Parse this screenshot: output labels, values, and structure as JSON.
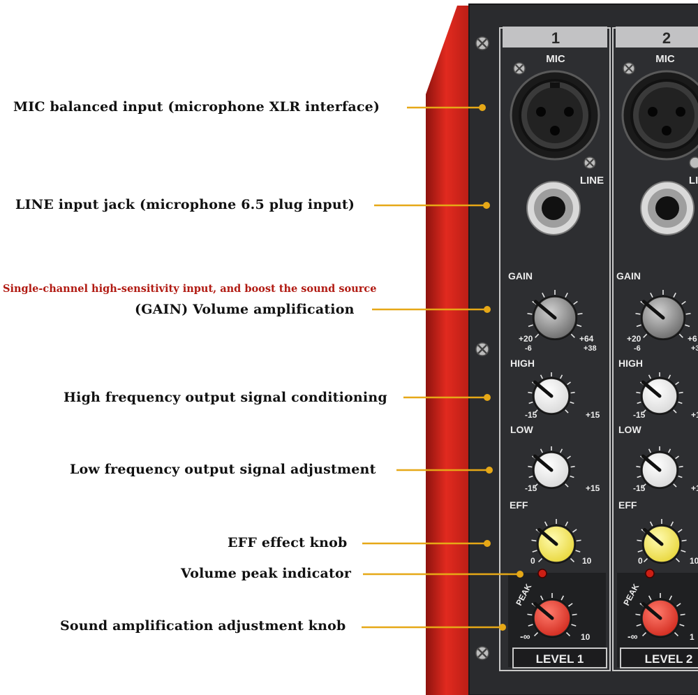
{
  "callouts": [
    {
      "id": "mic-input",
      "text": "MIC balanced input (microphone XLR interface)"
    },
    {
      "id": "line-input",
      "text": "LINE input jack (microphone 6.5 plug input)"
    },
    {
      "id": "gain",
      "text": "(GAIN) Volume amplification",
      "note": "Single-channel high-sensitivity input, and boost the sound source"
    },
    {
      "id": "high-eq",
      "text": "High frequency output signal conditioning"
    },
    {
      "id": "low-eq",
      "text": "Low frequency output signal adjustment"
    },
    {
      "id": "eff",
      "text": "EFF effect knob"
    },
    {
      "id": "peak",
      "text": "Volume peak indicator"
    },
    {
      "id": "level",
      "text": "Sound amplification adjustment knob"
    }
  ],
  "channels": [
    {
      "number": "1",
      "mic_label": "MIC",
      "line_label": "LINE",
      "gain_label": "GAIN",
      "gain_scale": {
        "min": "+20",
        "max": "+64",
        "sub_min": "-6",
        "sub_max": "+38"
      },
      "high_label": "HIGH",
      "high_scale": {
        "min": "-15",
        "max": "+15"
      },
      "low_label": "LOW",
      "low_scale": {
        "min": "-15",
        "max": "+15"
      },
      "eff_label": "EFF",
      "eff_scale": {
        "min": "0",
        "max": "10"
      },
      "peak_label": "PEAK",
      "level_scale": {
        "min": "-∞",
        "max": "10"
      },
      "level_label": "LEVEL 1"
    },
    {
      "number": "2",
      "mic_label": "MIC",
      "line_label": "LINE",
      "gain_label": "GAIN",
      "gain_scale": {
        "min": "+20",
        "max": "+6",
        "sub_min": "-6",
        "sub_max": "+3"
      },
      "high_label": "HIGH",
      "high_scale": {
        "min": "-15",
        "max": "+1"
      },
      "low_label": "LOW",
      "low_scale": {
        "min": "-15",
        "max": "+1"
      },
      "eff_label": "EFF",
      "eff_scale": {
        "min": "0",
        "max": "10"
      },
      "peak_label": "PEAK",
      "level_scale": {
        "min": "-∞",
        "max": "1"
      },
      "level_label": "LEVEL 2"
    }
  ],
  "colors": {
    "panel": "#2a2b2e",
    "side_red": "#d4241a",
    "leader": "#e6a817",
    "note_red": "#b11a12",
    "knob_white": "#f4f4f4",
    "knob_yellow": "#f4e64a",
    "knob_red": "#e03a2e",
    "knob_gray": "#9a9a9a"
  },
  "icons": [
    "screw-icon",
    "xlr-socket-icon",
    "jack-socket-icon",
    "peak-led-icon"
  ]
}
